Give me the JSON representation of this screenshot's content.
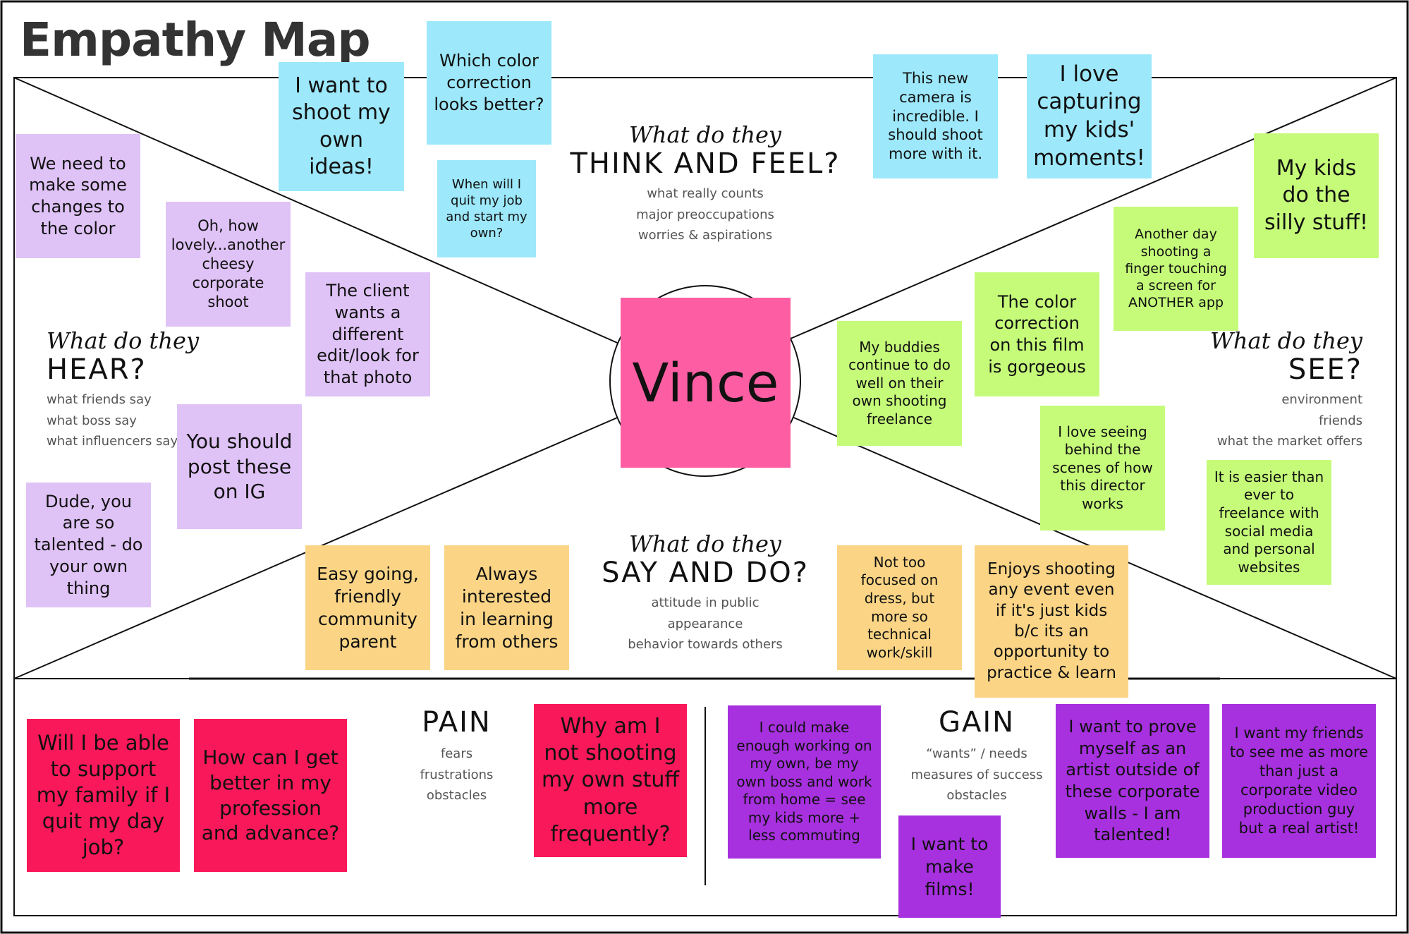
{
  "title": "Empathy Map",
  "persona": {
    "name": "Vince"
  },
  "sections": {
    "think_feel": {
      "prompt": "What do they",
      "heading": "THINK AND FEEL?",
      "subs": [
        "what really counts",
        "major preoccupations",
        "worries & aspirations"
      ]
    },
    "hear": {
      "prompt": "What do they",
      "heading": "HEAR?",
      "subs": [
        "what friends say",
        "what boss say",
        "what influencers say"
      ]
    },
    "see": {
      "prompt": "What do they",
      "heading": "SEE?",
      "subs": [
        "environment",
        "friends",
        "what the market offers"
      ]
    },
    "say_do": {
      "prompt": "What do they",
      "heading": "SAY AND DO?",
      "subs": [
        "attitude in public",
        "appearance",
        "behavior towards others"
      ]
    },
    "pain": {
      "heading": "PAIN",
      "subs": [
        "fears",
        "frustrations",
        "obstacles"
      ]
    },
    "gain": {
      "heading": "GAIN",
      "subs": [
        "“wants” / needs",
        "measures of success",
        "obstacles"
      ]
    }
  },
  "stickies": {
    "think_feel": [
      {
        "text": "I want to shoot my own ideas!",
        "color": "#9de8fb"
      },
      {
        "text": "Which color correction looks better?",
        "color": "#9de8fb"
      },
      {
        "text": "When will I quit my job and start my own?",
        "color": "#9de8fb"
      },
      {
        "text": "This new camera is incredible. I should shoot more with it.",
        "color": "#9de8fb"
      },
      {
        "text": "I love capturing my kids' moments!",
        "color": "#9de8fb"
      }
    ],
    "hear": [
      {
        "text": "We need to make some changes to the color",
        "color": "#dfc2f6"
      },
      {
        "text": "Oh, how lovely...another cheesy corporate shoot",
        "color": "#dfc2f6"
      },
      {
        "text": "The client wants a different edit/look for that photo",
        "color": "#dfc2f6"
      },
      {
        "text": "You should post these on IG",
        "color": "#dfc2f6"
      },
      {
        "text": "Dude, you are so talented - do your own thing",
        "color": "#dfc2f6"
      }
    ],
    "see": [
      {
        "text": "My kids do the silly stuff!",
        "color": "#c5fb79"
      },
      {
        "text": "Another day shooting a finger touching a screen for ANOTHER app",
        "color": "#c5fb79"
      },
      {
        "text": "The color correction on this film is gorgeous",
        "color": "#c5fb79"
      },
      {
        "text": "My buddies continue to do well on their own shooting freelance",
        "color": "#c5fb79"
      },
      {
        "text": "I love seeing behind the scenes of how this director works",
        "color": "#c5fb79"
      },
      {
        "text": "It is easier than ever to freelance with social media and personal websites",
        "color": "#c5fb79"
      }
    ],
    "say_do": [
      {
        "text": "Easy going, friendly community parent",
        "color": "#fbd585"
      },
      {
        "text": "Always interested in learning from others",
        "color": "#fbd585"
      },
      {
        "text": "Not too focused on dress, but more so technical work/skill",
        "color": "#fbd585"
      },
      {
        "text": "Enjoys shooting any event even if it's just kids b/c its an opportunity to practice & learn",
        "color": "#fbd585"
      }
    ],
    "pain": [
      {
        "text": "Will I be able to support my family if I quit my day job?",
        "color": "#f91859"
      },
      {
        "text": "How can I get better in my profession and advance?",
        "color": "#f91859"
      },
      {
        "text": "Why am I not shooting my own stuff more frequently?",
        "color": "#f91859"
      }
    ],
    "gain": [
      {
        "text": "I could make enough working on my own, be my own boss and work from home = see my kids more + less commuting",
        "color": "#a730df"
      },
      {
        "text": "I want to make films!",
        "color": "#a730df"
      },
      {
        "text": "I want to prove myself as an artist outside of these corporate walls - I am talented!",
        "color": "#a730df"
      },
      {
        "text": "I want my friends to see me as more than just a corporate video production guy but a real artist!",
        "color": "#a730df"
      }
    ]
  }
}
